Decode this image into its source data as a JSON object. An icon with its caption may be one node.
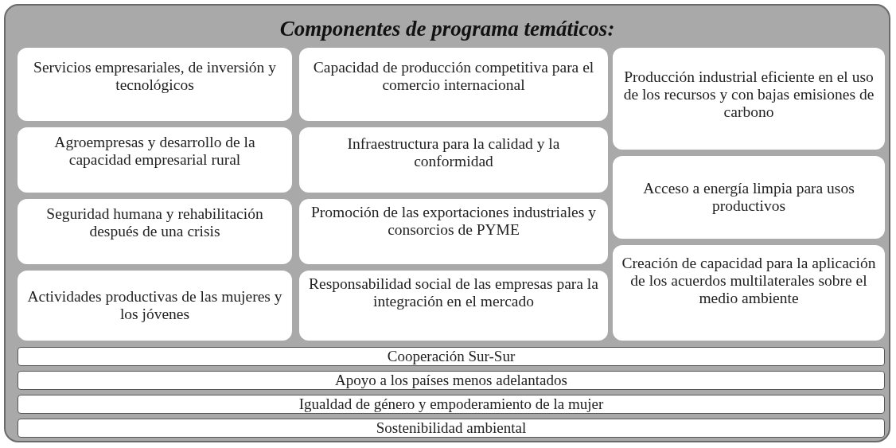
{
  "diagram": {
    "nodes": [
      {
        "text": [
          "Componentes de programa temáticos:"
        ]
      },
      {
        "text": [
          "Servicios empresariales, de inversión y tecnológicos"
        ],
        "in": 0
      },
      {
        "text": [
          "Capacidad de producción competitiva para el comercio internacional"
        ],
        "in": 0
      },
      {
        "text": [
          "Producción industrial eficiente en el uso de los recursos y con bajas emisiones de carbono"
        ],
        "in": 0
      },
      {
        "text": [
          "Agroempresas y desarrollo de la capacidad empresarial rural"
        ],
        "in": 0
      },
      {
        "text": [
          "Infraestructura para la calidad y la conformidad"
        ],
        "in": 0
      },
      {
        "text": [
          "Acceso a energía limpia para usos productivos"
        ],
        "in": 0
      },
      {
        "text": [
          "Seguridad humana y rehabilitación después de una crisis"
        ],
        "in": 0
      },
      {
        "text": [
          "Promoción de las exportaciones industriales y consorcios de PYME"
        ],
        "in": 0
      },
      {
        "text": [
          "Creación de capacidad para la aplicación de los acuerdos multilaterales sobre el medio ambiente"
        ],
        "in": 0
      },
      {
        "text": [
          "Actividades productivas de las mujeres y los jóvenes"
        ],
        "in": 0
      },
      {
        "text": [
          "Responsabilidad social de las empresas para la integración en el mercado"
        ],
        "in": 0
      },
      {
        "text": [
          "Cooperación Sur-Sur"
        ],
        "in": 0
      },
      {
        "text": [
          "Apoyo a los países menos adelantados"
        ],
        "in": 0
      },
      {
        "text": [
          "Igualdad de género y empoderamiento de la mujer"
        ],
        "in": 0
      },
      {
        "text": [
          "Sostenibilidad ambiental"
        ],
        "in": 0
      }
    ]
  }
}
